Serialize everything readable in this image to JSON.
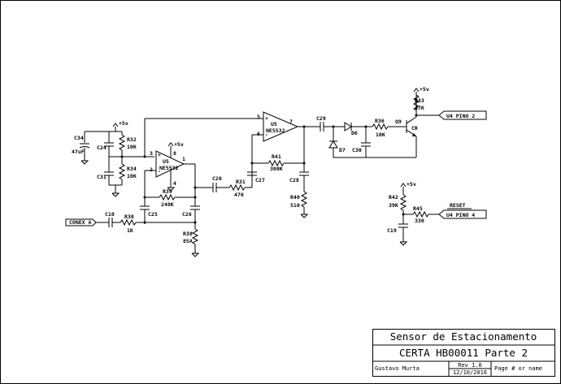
{
  "title_block": {
    "title": "Sensor de Estacionamento",
    "subtitle": "CERTA HB00011 Parte 2",
    "author": "Gustavo Murta",
    "rev": "Rev 1.0",
    "date": "12/10/2016",
    "page": "Page # or name"
  },
  "parts": {
    "c34": {
      "ref": "C34",
      "val": "47uF"
    },
    "c24": {
      "ref": "C24"
    },
    "c31": {
      "ref": "C31"
    },
    "r32": {
      "ref": "R32",
      "val": "10K"
    },
    "r34": {
      "ref": "R34",
      "val": "10K"
    },
    "u5a": {
      "ref": "U5",
      "type": "NE5532"
    },
    "u5b": {
      "ref": "U5",
      "type": "NE5532"
    },
    "r39": {
      "ref": "R39",
      "val": "240K"
    },
    "c25": {
      "ref": "C25"
    },
    "c26": {
      "ref": "C26"
    },
    "c20": {
      "ref": "C20"
    },
    "r31": {
      "ref": "R31",
      "val": "470"
    },
    "c27": {
      "ref": "C27"
    },
    "r41": {
      "ref": "R41",
      "val": "300K"
    },
    "c28": {
      "ref": "C28"
    },
    "r40": {
      "ref": "R40",
      "val": "510"
    },
    "c10": {
      "ref": "C10"
    },
    "r30": {
      "ref": "R30",
      "val": "1K"
    },
    "r38": {
      "ref": "R38",
      "val": "85A"
    },
    "c29": {
      "ref": "C29"
    },
    "d6": {
      "ref": "D6"
    },
    "d7": {
      "ref": "D7"
    },
    "c30": {
      "ref": "C30"
    },
    "r36": {
      "ref": "R36",
      "val": "10K"
    },
    "q9": {
      "ref": "Q9",
      "val": "CR"
    },
    "r33": {
      "ref": "R33",
      "val": "47K"
    },
    "r42": {
      "ref": "R42",
      "val": "39K"
    },
    "r45": {
      "ref": "R45",
      "val": "330"
    },
    "c19": {
      "ref": "C19"
    }
  },
  "nets": {
    "vcc": "+5v",
    "conex_a": "CONEX A",
    "u4_pino2": "U4 PINO 2",
    "u4_pino4": "U4 PINO 4",
    "reset": "RESET"
  },
  "pins": {
    "u5a_in_plus": "3",
    "u5a_in_minus": "2",
    "u5a_out": "1",
    "u5a_vcc": "8",
    "u5a_gnd": "4",
    "u5b_in_plus": "5",
    "u5b_in_minus": "6",
    "u5b_out": "7",
    "plus": "+",
    "minus": "-"
  }
}
